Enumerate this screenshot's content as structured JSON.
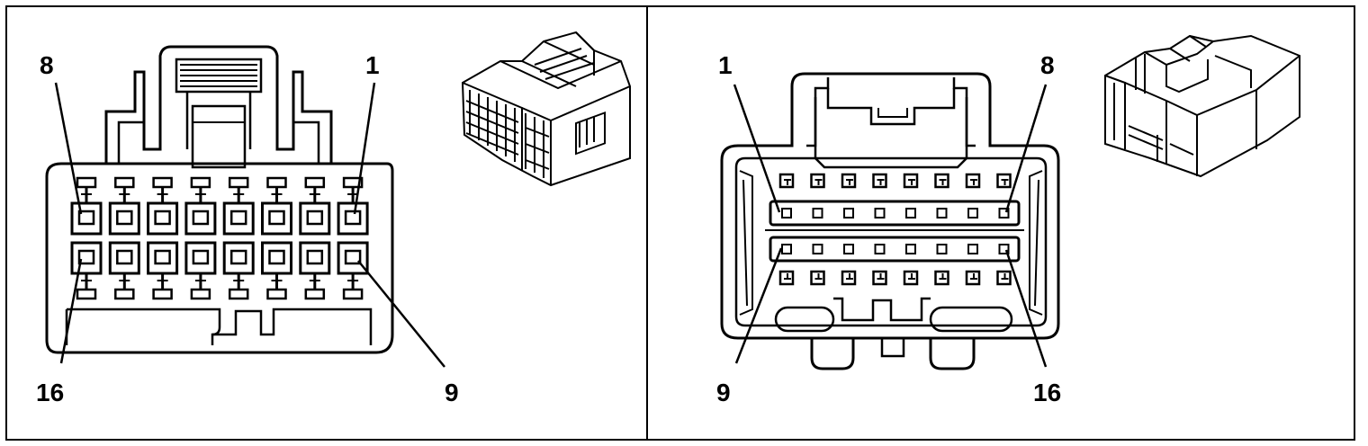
{
  "left_connector": {
    "labels": {
      "top_left": "8",
      "top_right": "1",
      "bottom_left": "16",
      "bottom_right": "9"
    }
  },
  "right_connector": {
    "labels": {
      "top_left": "1",
      "top_right": "8",
      "bottom_left": "9",
      "bottom_right": "16"
    }
  }
}
